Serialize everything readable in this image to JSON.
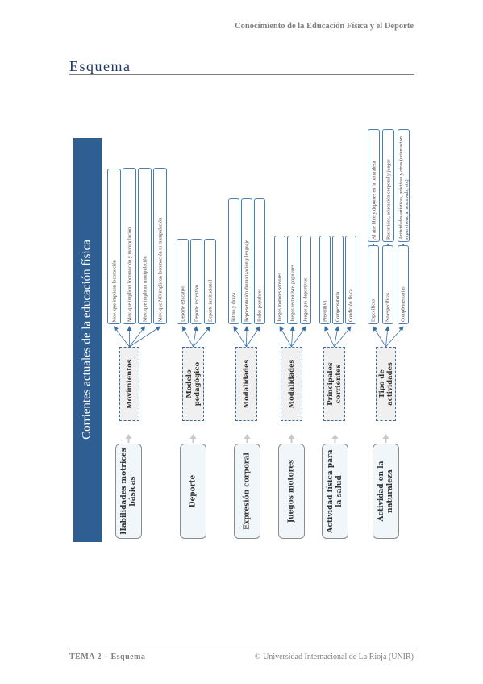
{
  "header": {
    "running": "Conocimiento de la Educación Física y el Deporte"
  },
  "page": {
    "title": "Esquema"
  },
  "footer": {
    "left": "TEMA 2 – Esquema",
    "right": "© Universidad Internacional de La Rioja (UNIR)"
  },
  "colors": {
    "band": "#2f5f92",
    "title": "#1f3864",
    "leaf_border": "#4a7eb5",
    "main_fill": "#f1f6fb",
    "mid_fill": "#f0f0f0"
  },
  "diagram": {
    "banner": "Corrientes actuales de la educación física",
    "groups": [
      {
        "main": "Habilidades motrices básicas",
        "mid": "Movimientos",
        "leaves": [
          "Mov. que implican locomoción",
          "Mov. que implican locomoción y manipulación",
          "Mov. que implican manipulación",
          "Mov. que NO implican locomoción ni manipulación"
        ]
      },
      {
        "main": "Deporte",
        "mid": "Modelo pedagógico",
        "leaves": [
          "Deporte educativo",
          "Deporte recreativo",
          "Deporte institucional"
        ]
      },
      {
        "main": "Expresión corporal",
        "mid": "Modalidades",
        "leaves": [
          "Ritmo y danza",
          "Representación dramatización y lenguaje",
          "Bailes populares"
        ]
      },
      {
        "main": "Juegos motores",
        "mid": "Modalidades",
        "leaves": [
          "Juegos motores sensores",
          "Juegos recreativos populares",
          "Juegos pre-deportivos"
        ]
      },
      {
        "main": "Actividad física para la salud",
        "mid": "Principales corrientes",
        "leaves": [
          "Preventiva",
          "Compensatoria",
          "Condición física"
        ]
      },
      {
        "main": "Actividad en la naturaleza",
        "mid": "Tipo de actividades",
        "leaves": [
          "Específicas",
          "No específicas",
          "Complementarias"
        ],
        "subleaves": [
          "Al aire libre y deportes en la naturaleza",
          "Recorridos, educación corporal y juegos",
          "Actividades artísticas, prácticas y otras (orientación, supervivencia, acampada, etc)"
        ]
      }
    ]
  }
}
